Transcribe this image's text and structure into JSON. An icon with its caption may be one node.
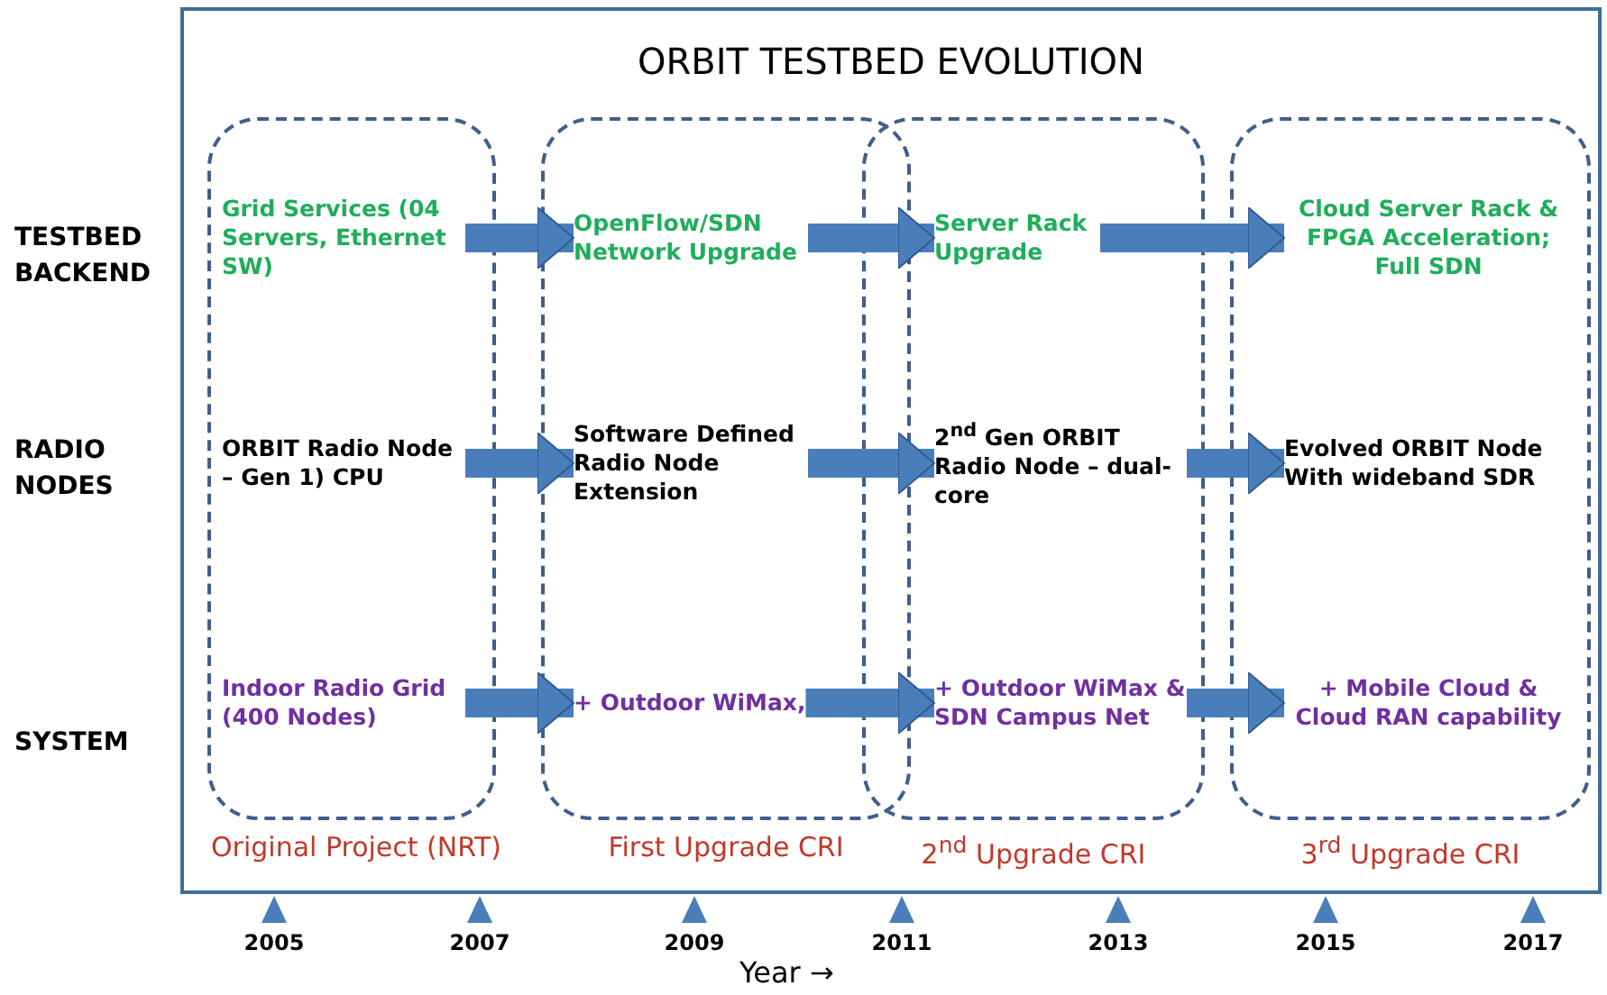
{
  "diagram": {
    "title": "ORBIT TESTBED EVOLUTION",
    "nodes": [
      {
        "text": [
          "Original Project (NRT)"
        ]
      },
      {
        "text": [
          "Grid Services (04 Servers, Ethernet SW)"
        ],
        "in": 0
      },
      {
        "text": [
          "ORBIT Radio Node – Gen 1) CPU"
        ],
        "in": 0
      },
      {
        "text": [
          "Indoor Radio Grid (400 Nodes)"
        ],
        "in": 0
      },
      {
        "text": [
          "First Upgrade CRI"
        ]
      },
      {
        "text": [
          "OpenFlow/SDN Network Upgrade"
        ],
        "in": 4
      },
      {
        "text": [
          "Software Defined Radio Node Extension"
        ],
        "in": 4
      },
      {
        "text": [
          "+ Outdoor WiMax,"
        ],
        "in": 4
      },
      {
        "text": [
          "2$^{nd}$ Upgrade CRI"
        ]
      },
      {
        "text": [
          "Server Rack Upgrade"
        ],
        "in": 8
      },
      {
        "text": [
          "2$^{nd}$ Gen ORBIT Radio Node – dual-core"
        ],
        "in": 8
      },
      {
        "text": [
          "+ Outdoor WiMax & SDN Campus Net"
        ],
        "in": 8
      },
      {
        "text": [
          "3$^{rd}$ Upgrade CRI"
        ]
      },
      {
        "text": [
          "Cloud Server Rack  & FPGA Acceleration; Full SDN"
        ],
        "in": 12
      },
      {
        "text": [
          "Evolved ORBIT Node With wideband SDR"
        ],
        "in": 12
      },
      {
        "text": [
          "+ Mobile Cloud & Cloud RAN capability"
        ],
        "in": 12
      }
    ],
    "edges": [
      {
        "from": 1,
        "to": 5,
        "arrow": "to"
      },
      {
        "from": 5,
        "to": 9,
        "arrow": "to"
      },
      {
        "from": 9,
        "to": 13,
        "arrow": "to"
      },
      {
        "from": 2,
        "to": 6,
        "arrow": "to"
      },
      {
        "from": 6,
        "to": 10,
        "arrow": "to"
      },
      {
        "from": 10,
        "to": 14,
        "arrow": "to"
      },
      {
        "from": 3,
        "to": 7,
        "arrow": "to"
      },
      {
        "from": 7,
        "to": 11,
        "arrow": "to"
      },
      {
        "from": 11,
        "to": 15,
        "arrow": "to"
      }
    ],
    "labels": [
      "TESTBED BACKEND",
      "RADIO NODES",
      "SYSTEM",
      "2005",
      "2007",
      "2009",
      "2011",
      "2013",
      "2015",
      "2017",
      "Year →"
    ]
  }
}
